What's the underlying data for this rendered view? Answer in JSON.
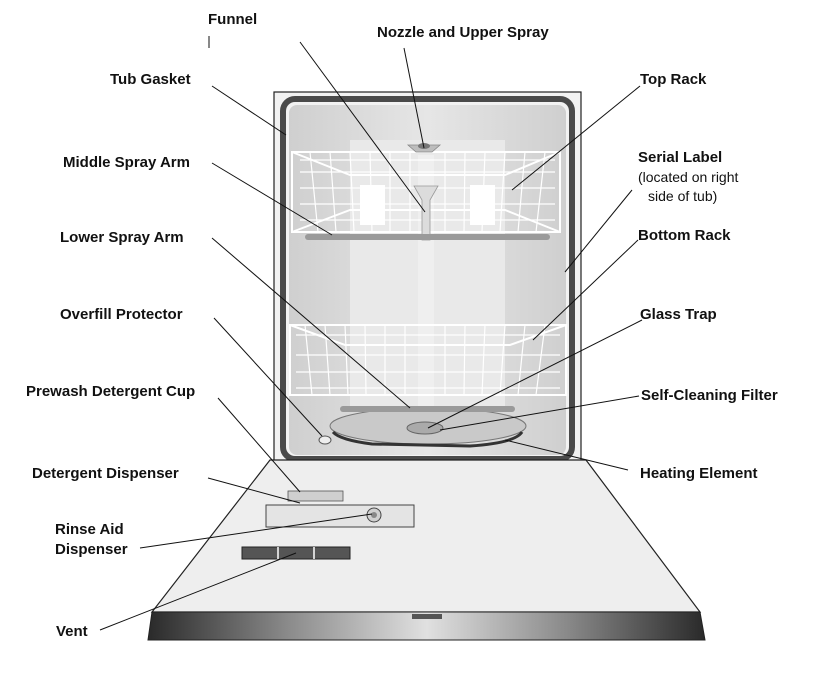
{
  "labels": {
    "funnel": "Funnel",
    "nozzle": "Nozzle and Upper Spray",
    "tub_gasket": "Tub Gasket",
    "top_rack": "Top Rack",
    "middle_spray_arm": "Middle Spray Arm",
    "serial_label": "Serial  Label",
    "serial_note_1": "(located on right",
    "serial_note_2": "side of tub)",
    "lower_spray_arm": "Lower Spray Arm",
    "bottom_rack": "Bottom Rack",
    "overfill_protector": "Overfill Protector",
    "glass_trap": "Glass Trap",
    "prewash_cup": "Prewash Detergent Cup",
    "self_cleaning_filter": "Self-Cleaning Filter",
    "heating_element": "Heating Element",
    "detergent_dispenser": "Detergent Dispenser",
    "rinse_aid_1": "Rinse Aid",
    "rinse_aid_2": "Dispenser",
    "vent": "Vent"
  },
  "colors": {
    "tub_interior": "#d9d9d9",
    "gasket": "#4a4a4a",
    "door": "#eeeeee",
    "rack_wire": "#ffffff",
    "line": "#111111"
  }
}
